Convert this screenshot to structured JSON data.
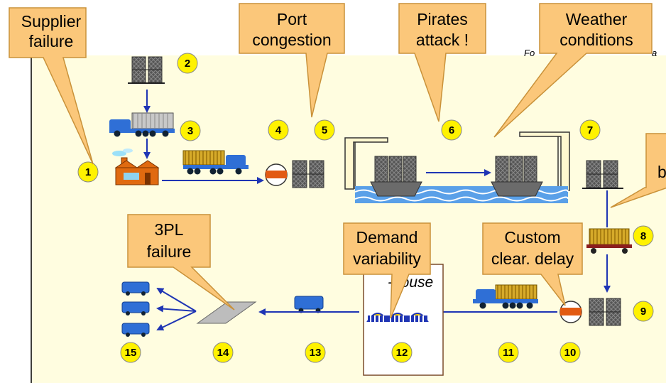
{
  "colors": {
    "background": "#fffde0",
    "callout_fill": "#fbc77a",
    "callout_stroke": "#c9923a",
    "arrow": "#1f35b4",
    "step_circle": "#fff200",
    "water": "#5aa0e8",
    "truck_blue": "#2f6fd6",
    "container_gold": "#d6aa2a"
  },
  "callouts": {
    "supplier": {
      "line1": "Supplier",
      "line2": "failure"
    },
    "port": {
      "line1": "Port",
      "line2": "congestion"
    },
    "pirates": {
      "line1": "Pirates",
      "line2": "attack !"
    },
    "weather": {
      "line1": "Weather",
      "line2": "conditions"
    },
    "threepl": {
      "line1": "3PL",
      "line2": "failure"
    },
    "demand": {
      "line1": "Demand",
      "line2": "variability"
    },
    "custom": {
      "line1": "Custom",
      "line2": "clear. delay"
    },
    "right_partial": "b"
  },
  "labels": {
    "fo_partial": "Fo",
    "a_partial": "a",
    "warehouse_partial": "-house"
  },
  "steps": [
    "1",
    "2",
    "3",
    "4",
    "5",
    "6",
    "7",
    "8",
    "9",
    "10",
    "11",
    "12",
    "13",
    "14",
    "15"
  ]
}
